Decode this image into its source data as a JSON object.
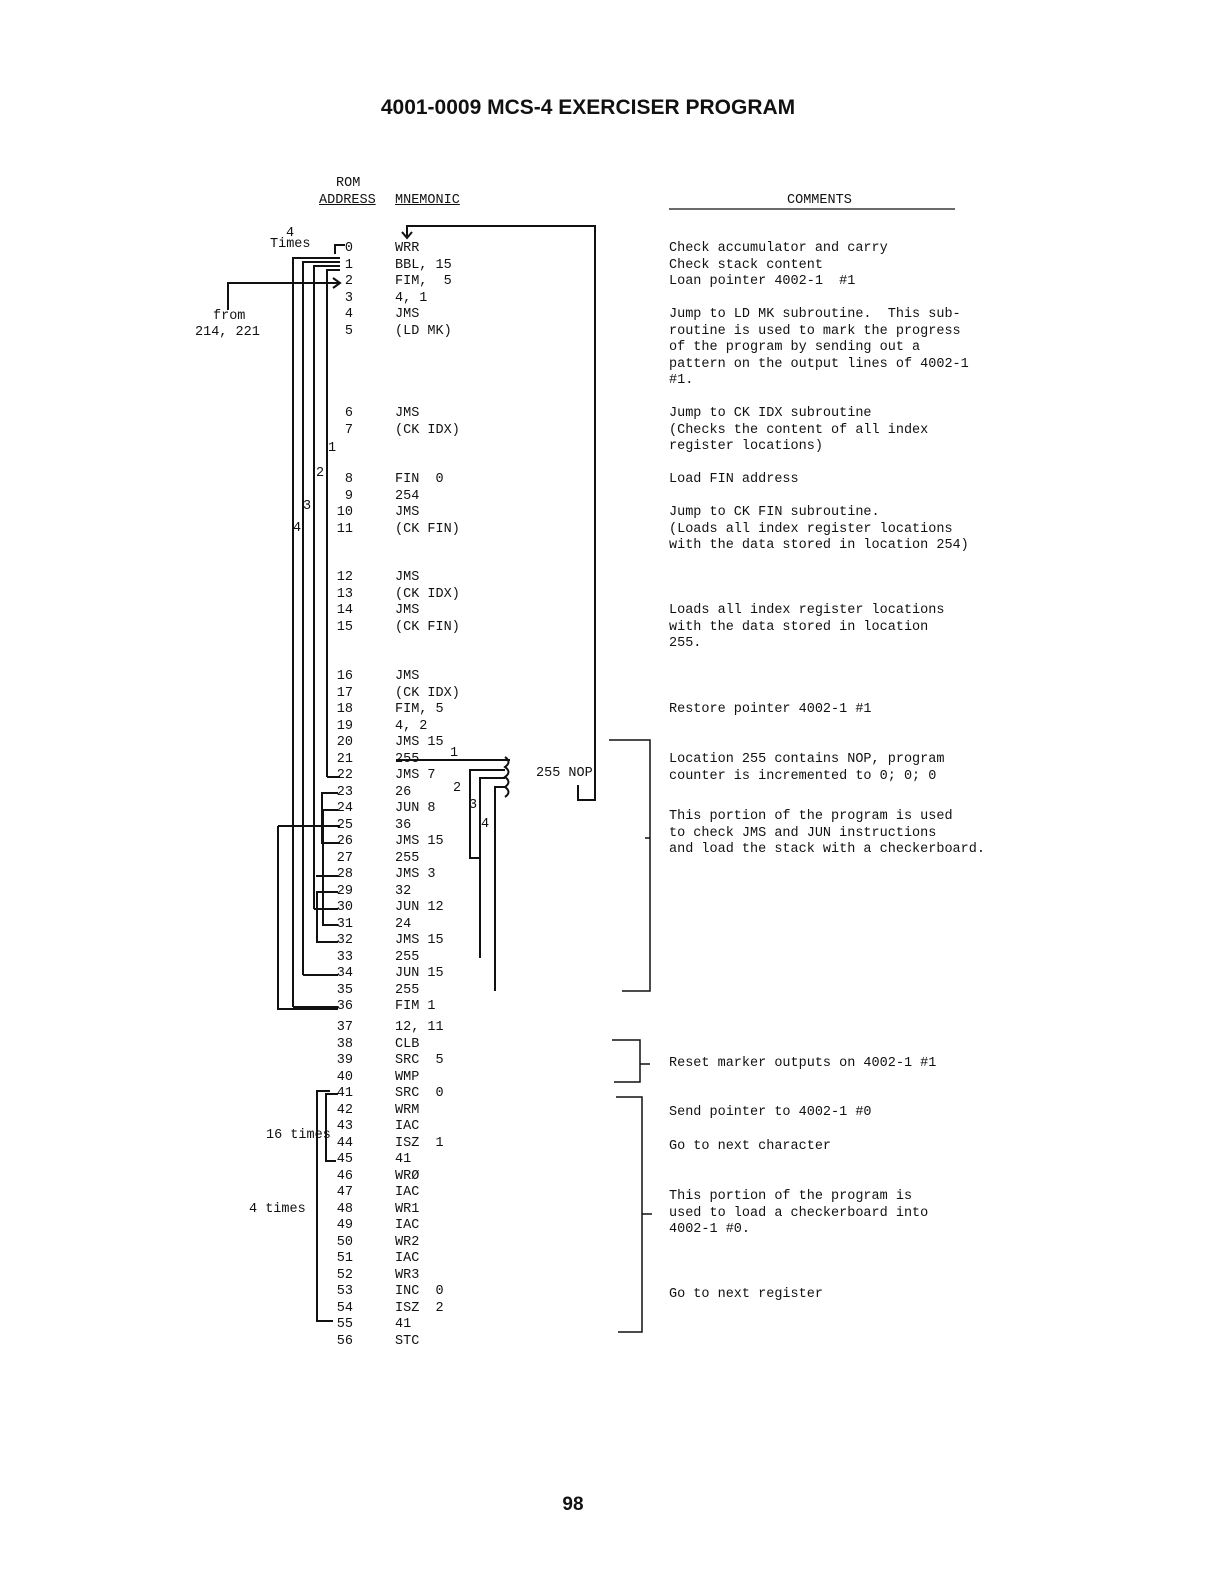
{
  "title": "4001-0009 MCS-4 EXERCISER PROGRAM",
  "headers": {
    "rom": "ROM",
    "address": "ADDRESS",
    "mnemonic": "MNEMONIC",
    "comments": "COMMENTS"
  },
  "program_groups": [
    [
      [
        "0",
        "WRR"
      ],
      [
        "1",
        "BBL, 15"
      ],
      [
        "2",
        "FIM,  5"
      ],
      [
        "3",
        "4, 1"
      ],
      [
        "4",
        "JMS"
      ],
      [
        "5",
        "(LD MK)"
      ]
    ],
    [
      [
        "6",
        "JMS"
      ],
      [
        "7",
        "(CK IDX)"
      ]
    ],
    [
      [
        "8",
        "FIN  0"
      ],
      [
        "9",
        "254"
      ],
      [
        "10",
        "JMS"
      ],
      [
        "11",
        "(CK FIN)"
      ]
    ],
    [
      [
        "12",
        "JMS"
      ],
      [
        "13",
        "(CK IDX)"
      ],
      [
        "14",
        "JMS"
      ],
      [
        "15",
        "(CK FIN)"
      ]
    ],
    [
      [
        "16",
        "JMS"
      ],
      [
        "17",
        "(CK IDX)"
      ],
      [
        "18",
        "FIM, 5"
      ],
      [
        "19",
        "4, 2"
      ],
      [
        "20",
        "JMS 15"
      ],
      [
        "21",
        "255"
      ],
      [
        "22",
        "JMS 7"
      ],
      [
        "23",
        "26"
      ],
      [
        "24",
        "JUN 8"
      ],
      [
        "25",
        "36"
      ],
      [
        "26",
        "JMS 15"
      ],
      [
        "27",
        "255"
      ],
      [
        "28",
        "JMS 3"
      ],
      [
        "29",
        "32"
      ],
      [
        "30",
        "JUN 12"
      ],
      [
        "31",
        "24"
      ],
      [
        "32",
        "JMS 15"
      ],
      [
        "33",
        "255"
      ],
      [
        "34",
        "JUN 15"
      ],
      [
        "35",
        "255"
      ],
      [
        "36",
        "FIM 1"
      ]
    ],
    [
      [
        "37",
        "12, 11"
      ],
      [
        "38",
        "CLB"
      ],
      [
        "39",
        "SRC  5"
      ],
      [
        "40",
        "WMP"
      ],
      [
        "41",
        "SRC  0"
      ],
      [
        "42",
        "WRM"
      ],
      [
        "43",
        "IAC"
      ],
      [
        "44",
        "ISZ  1"
      ],
      [
        "45",
        "41"
      ],
      [
        "46",
        "WRØ"
      ],
      [
        "47",
        "IAC"
      ],
      [
        "48",
        "WR1"
      ],
      [
        "49",
        "IAC"
      ],
      [
        "50",
        "WR2"
      ],
      [
        "51",
        "IAC"
      ],
      [
        "52",
        "WR3"
      ],
      [
        "53",
        "INC  0"
      ],
      [
        "54",
        "ISZ  2"
      ],
      [
        "55",
        "41"
      ],
      [
        "56",
        "STC"
      ]
    ]
  ],
  "comments": [
    "Check accumulator and carry\nCheck stack content\nLoan pointer 4002-1  #1",
    "Jump to LD MK subroutine.  This sub-\nroutine is used to mark the progress\nof the program by sending out a\npattern on the output lines of 4002-1\n#1.",
    "Jump to CK IDX subroutine\n(Checks the content of all index\nregister locations)",
    "Load FIN address",
    "Jump to CK FIN subroutine.\n(Loads all index register locations\nwith the data stored in location 254)",
    "Loads all index register locations\nwith the data stored in location\n255.",
    "Restore pointer 4002-1 #1",
    "Location 255 contains NOP, program\ncounter is incremented to 0; 0; 0",
    "This portion of the program is used\nto check JMS and JUN instructions\nand load the stack with a checkerboard.",
    "Reset marker outputs on 4002-1 #1",
    "Send pointer to 4002-1 #0",
    "Go to next character",
    "This portion of the program is\nused to load a checkerboard into\n4002-1 #0.",
    "Go to next register"
  ],
  "diagram_labels": {
    "times_count": "4",
    "times": "Times",
    "from": "from",
    "from_addresses": "214, 221",
    "loop_1": "1",
    "loop_2": "2",
    "loop_3": "3",
    "loop_4": "4",
    "branch_1": "1",
    "branch_2": "2",
    "branch_3": "3",
    "branch_4": "4",
    "nop": "255 NOP",
    "sixteen_times": "16 times",
    "four_times": "4 times"
  },
  "page_number": "98"
}
